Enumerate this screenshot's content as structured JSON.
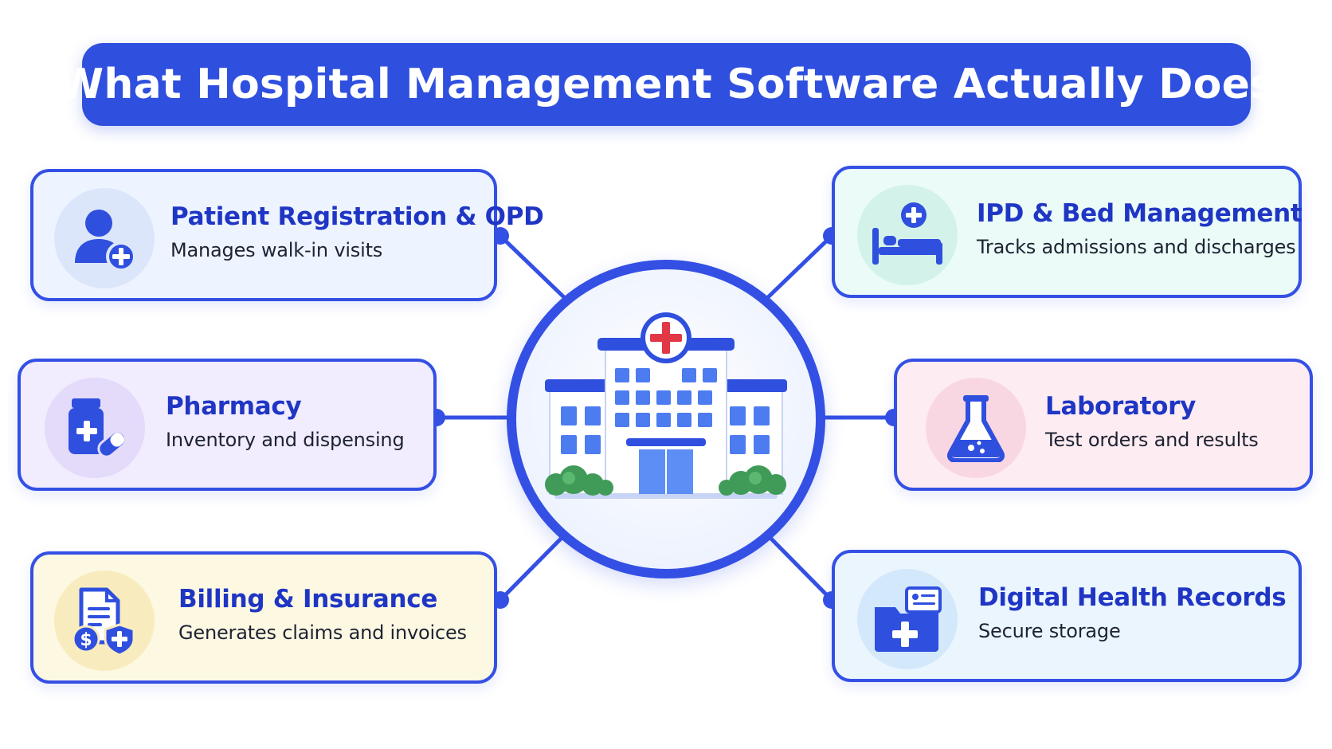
{
  "title": "What Hospital Management Software Actually Does",
  "colors": {
    "primary": "#2f4fde",
    "card_border": "#3450e4",
    "card_title": "#1f36c4",
    "cross_red": "#e23744"
  },
  "hub": {
    "icon": "hospital-building-icon"
  },
  "modules": {
    "patient": {
      "title": "Patient Registration & OPD",
      "desc": "Manages walk-in visits",
      "icon": "patient-add-icon"
    },
    "pharmacy": {
      "title": "Pharmacy",
      "desc": "Inventory and dispensing",
      "icon": "medicine-bottle-pill-icon"
    },
    "billing": {
      "title": "Billing & Insurance",
      "desc": "Generates claims and invoices",
      "icon": "invoice-shield-icon"
    },
    "ipd": {
      "title": "IPD & Bed Management",
      "desc": "Tracks admissions and discharges",
      "icon": "hospital-bed-icon"
    },
    "lab": {
      "title": "Laboratory",
      "desc": "Test orders and results",
      "icon": "flask-icon"
    },
    "records": {
      "title": "Digital Health Records",
      "desc": "Secure storage",
      "icon": "medical-folder-icon"
    }
  }
}
